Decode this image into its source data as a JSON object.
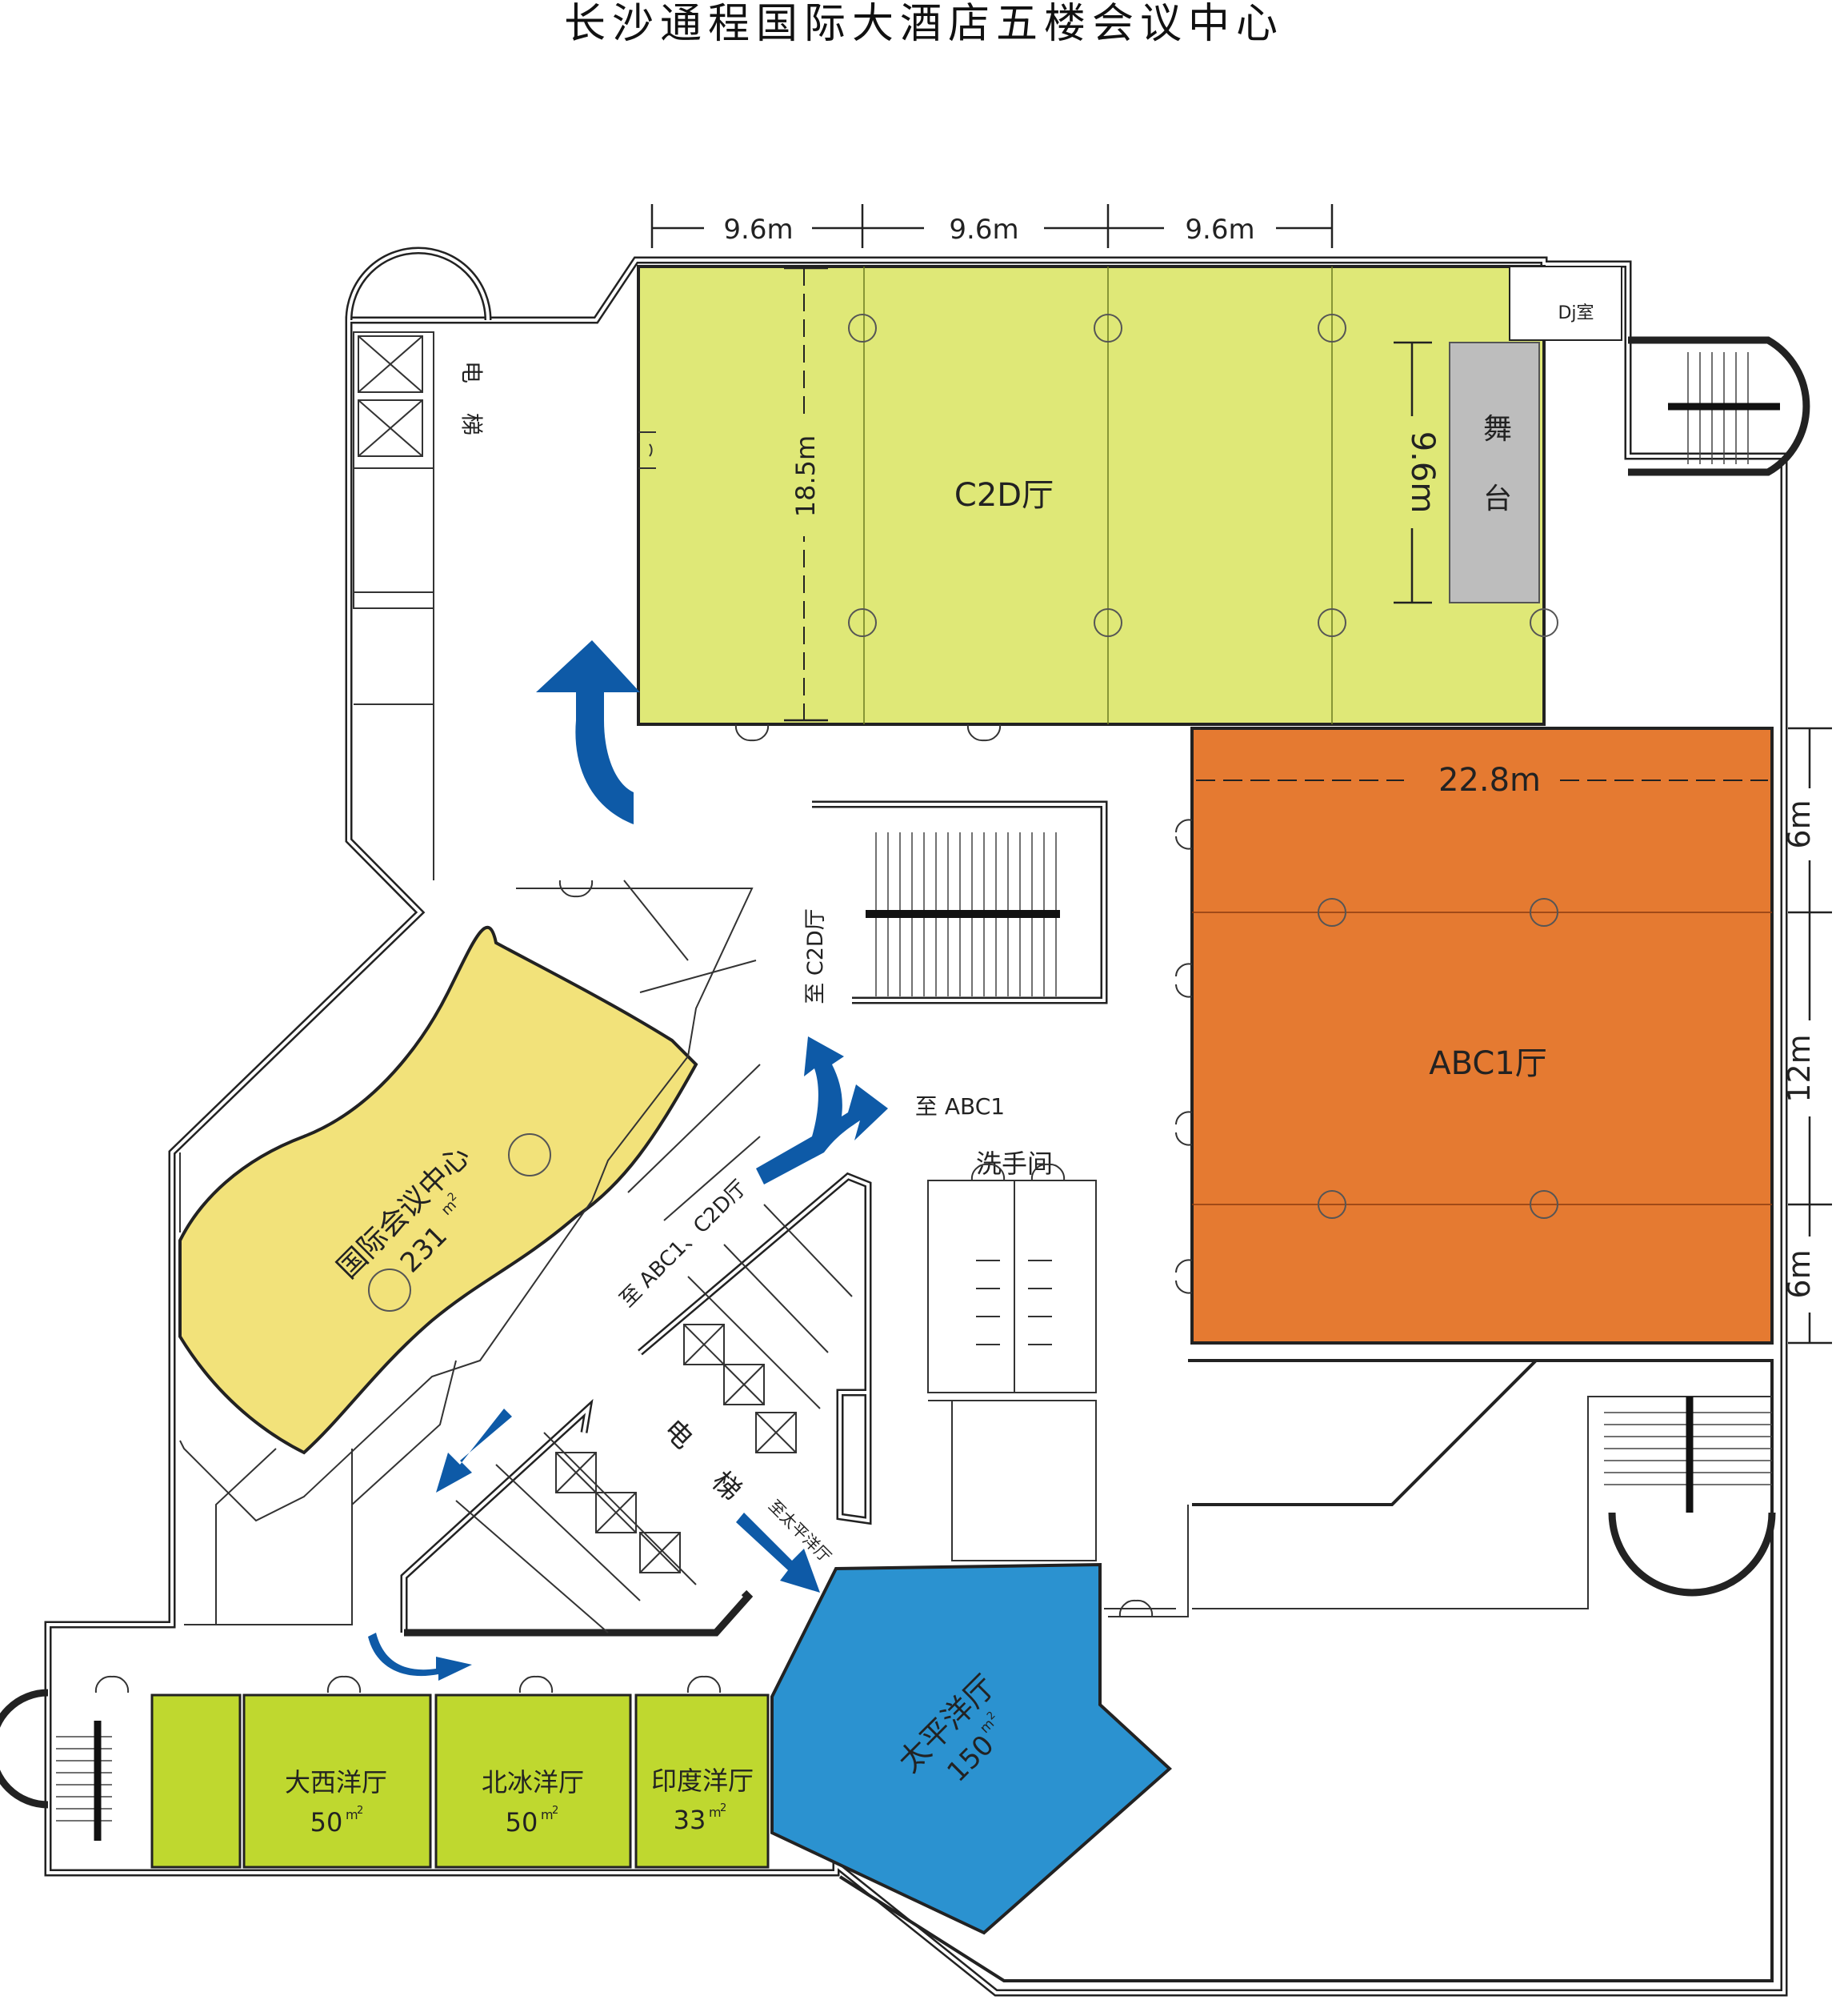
{
  "title": "长沙通程国际大酒店五楼会议中心",
  "colors": {
    "c2d": "#dfe877",
    "abc1": "#e57a31",
    "intl": "#f2e27a",
    "pacific": "#2b92d0",
    "small_halls": "#bfd82f",
    "stage": "#bdbdbd",
    "arrow": "#0e5aa7"
  },
  "dimensions": {
    "c2d_top_1": "9.6m",
    "c2d_top_2": "9.6m",
    "c2d_top_3": "9.6m",
    "c2d_height": "18.5m",
    "stage_width": "9.6m",
    "abc1_width": "22.8m",
    "abc1_seg1": "6m",
    "abc1_seg2": "12m",
    "abc1_seg3": "6m"
  },
  "rooms": {
    "c2d": "C2D厅",
    "abc1": "ABC1厅",
    "stage_1": "舞",
    "stage_2": "台",
    "dj": "Dj室",
    "intl_name": "国际会议中心",
    "intl_area": "231",
    "pacific_name": "太平洋厅",
    "pacific_area": "150",
    "atlantic_name": "大西洋厅",
    "atlantic_area": "50",
    "arctic_name": "北冰洋厅",
    "arctic_area": "50",
    "indian_name": "印度洋厅",
    "indian_area": "33",
    "area_unit": "m",
    "area_sup": "2",
    "washroom": "洗手间"
  },
  "labels": {
    "elevator_top_1": "电",
    "elevator_top_2": "梯",
    "elevator_mid_1": "电",
    "elevator_mid_2": "梯",
    "to_c2d": "至 C2D厅",
    "to_abc1": "至 ABC1",
    "to_abc1_c2d": "至 ABC1、C2D厅",
    "to_pacific": "至太平洋厅"
  },
  "icons": [
    "elevator-icon",
    "stair-icon",
    "door-icon",
    "column-icon",
    "direction-arrow-icon"
  ]
}
